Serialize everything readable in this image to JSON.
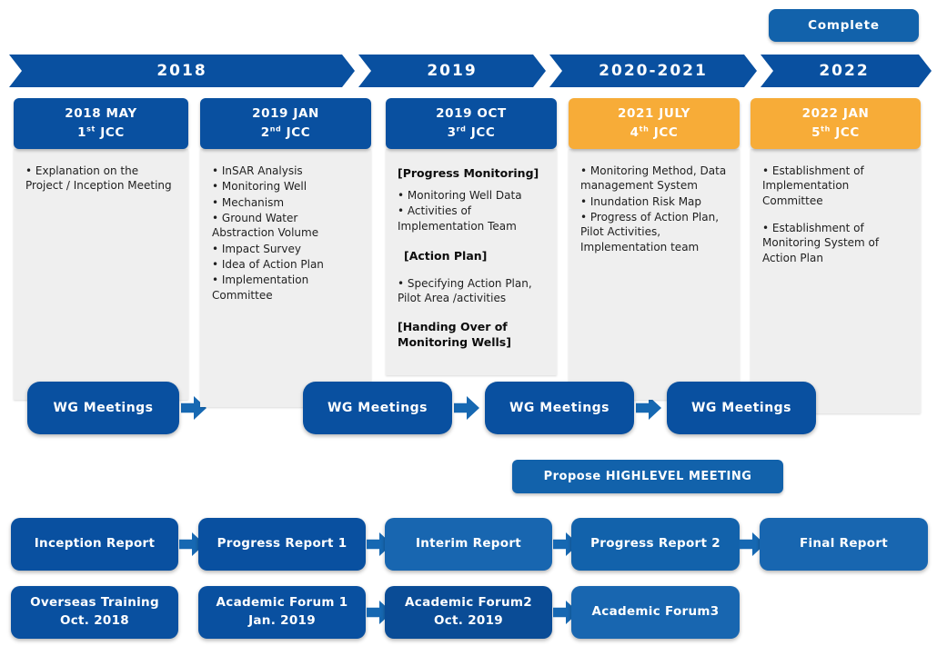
{
  "colors": {
    "brand_dark_blue": "#0950a0",
    "brand_mid_blue": "#1262ab",
    "brand_light_blue": "#1866b0",
    "navy_blue": "#0a4c96",
    "accent_orange": "#f7ac38",
    "panel_gray": "#efefef",
    "arrow_blue": "#1668b2"
  },
  "complete_button": {
    "label": "Complete"
  },
  "timeline": {
    "segments": [
      {
        "label": "2018"
      },
      {
        "label": "2019"
      },
      {
        "label": "2020-2021"
      },
      {
        "label": "2022"
      }
    ]
  },
  "columns": [
    {
      "date": "2018 MAY",
      "jcc_num": "1",
      "jcc_sup": "st",
      "jcc_word": " JCC",
      "items": [
        {
          "type": "bullet",
          "text": "• Explanation on the Project / Inception Meeting"
        }
      ]
    },
    {
      "date": "2019 JAN",
      "jcc_num": "2",
      "jcc_sup": "nd",
      "jcc_word": " JCC",
      "items": [
        {
          "type": "bullet",
          "text": "• InSAR Analysis"
        },
        {
          "type": "bullet",
          "text": "• Monitoring Well"
        },
        {
          "type": "bullet",
          "text": "• Mechanism"
        },
        {
          "type": "bullet",
          "text": "• Ground Water Abstraction Volume"
        },
        {
          "type": "bullet",
          "text": "• Impact Survey"
        },
        {
          "type": "bullet",
          "text": "• Idea of Action Plan"
        },
        {
          "type": "bullet",
          "text": "• Implementation Committee"
        }
      ]
    },
    {
      "date": "2019 OCT",
      "jcc_num": "3",
      "jcc_sup": "rd",
      "jcc_word": " JCC",
      "items": [
        {
          "type": "heading",
          "text": "[Progress Monitoring]"
        },
        {
          "type": "bullet",
          "text": "• Monitoring Well Data"
        },
        {
          "type": "bullet",
          "text": "• Activities of Implementation Team"
        },
        {
          "type": "heading indent",
          "text": "[Action Plan]"
        },
        {
          "type": "bullet gap",
          "text": "• Specifying Action Plan, Pilot Area /activities"
        },
        {
          "type": "heading",
          "text": "[Handing Over of Monitoring Wells]"
        }
      ]
    },
    {
      "date": "2021 JULY",
      "jcc_num": "4",
      "jcc_sup": "th",
      "jcc_word": " JCC",
      "items": [
        {
          "type": "bullet",
          "text": "• Monitoring Method, Data management System"
        },
        {
          "type": "bullet",
          "text": "• Inundation Risk Map"
        },
        {
          "type": "bullet",
          "text": "• Progress of Action Plan, Pilot Activities, Implementation team"
        }
      ]
    },
    {
      "date": "2022 JAN",
      "jcc_num": "5",
      "jcc_sup": "th",
      "jcc_word": " JCC",
      "items": [
        {
          "type": "bullet",
          "text": "• Establishment of Implementation Committee"
        },
        {
          "type": "bullet gap",
          "text": "• Establishment of Monitoring System of Action Plan"
        }
      ]
    }
  ],
  "wg_row": {
    "buttons": [
      {
        "label": "WG Meetings"
      },
      {
        "label": "WG Meetings"
      },
      {
        "label": "WG Meetings"
      },
      {
        "label": "WG Meetings"
      }
    ]
  },
  "propose_button": {
    "label": "Propose HIGHLEVEL MEETING"
  },
  "reports": [
    {
      "label": "Inception Report"
    },
    {
      "label": "Progress Report 1"
    },
    {
      "label": "Interim Report"
    },
    {
      "label": "Progress Report 2"
    },
    {
      "label": "Final Report"
    }
  ],
  "events": [
    {
      "line1": "Overseas Training",
      "line2": "Oct. 2018"
    },
    {
      "line1": "Academic Forum 1",
      "line2": "Jan. 2019"
    },
    {
      "line1": "Academic Forum2",
      "line2": "Oct. 2019"
    },
    {
      "line1": "Academic Forum3",
      "line2": ""
    }
  ]
}
